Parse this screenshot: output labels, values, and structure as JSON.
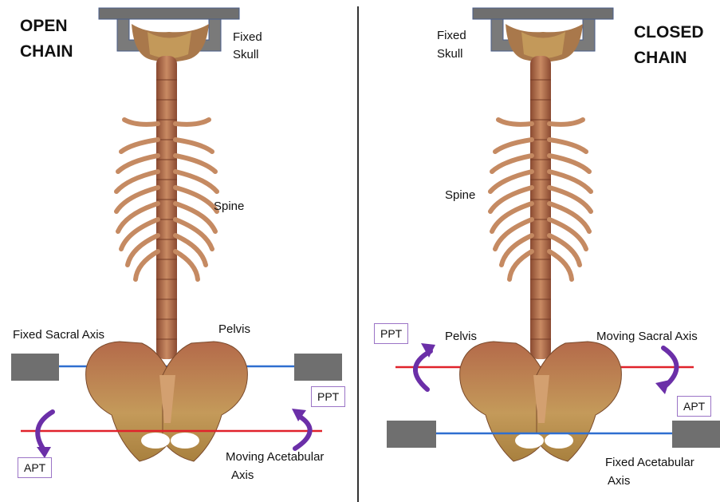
{
  "left": {
    "title_line1": "OPEN",
    "title_line2": "CHAIN",
    "skull_line1": "Fixed",
    "skull_line2": "Skull",
    "spine": "Spine",
    "pelvis": "Pelvis",
    "sacral_axis": "Fixed Sacral Axis",
    "acetabular_line1": "Moving Acetabular",
    "acetabular_line2": "Axis",
    "tag_ppt": "PPT",
    "tag_apt": "APT"
  },
  "right": {
    "title_line1": "CLOSED",
    "title_line2": "CHAIN",
    "skull_line1": "Fixed",
    "skull_line2": "Skull",
    "spine": "Spine",
    "pelvis": "Pelvis",
    "sacral_axis": "Moving Sacral Axis",
    "acetabular_line1": "Fixed Acetabular",
    "acetabular_line2": "Axis",
    "tag_ppt": "PPT",
    "tag_apt": "APT"
  },
  "colors": {
    "sacral_axis_left": "#2f6fd0",
    "acetabular_axis_left": "#e0222b",
    "sacral_axis_right": "#e0222b",
    "acetabular_axis_right": "#2f6fd0",
    "arrow": "#6b2fa8",
    "tag_border": "#9b74c6",
    "fixture": "#6f6f6f",
    "bone": "#b9734e"
  }
}
